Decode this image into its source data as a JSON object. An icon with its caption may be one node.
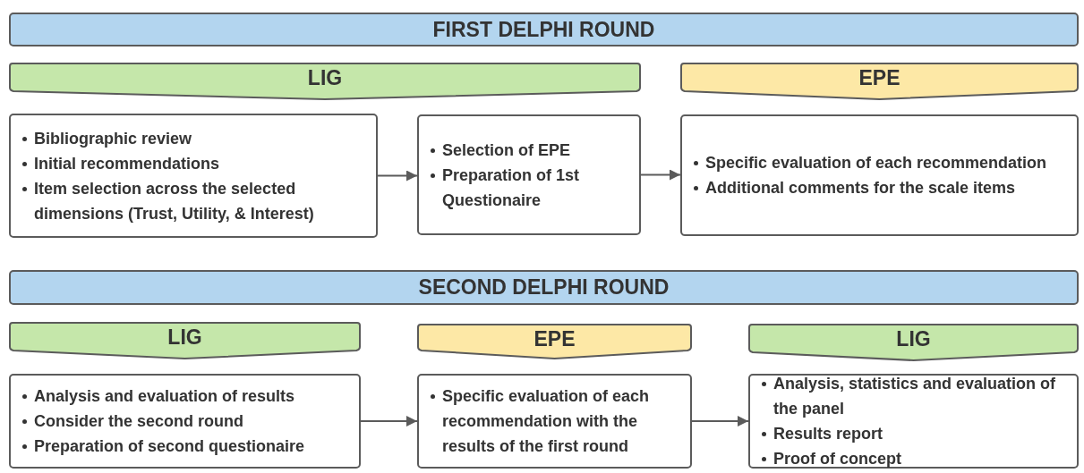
{
  "diagram": {
    "nodes": [
      {
        "text": [
          "FIRST DELPHI ROUND"
        ]
      },
      {
        "text": [
          "LIG"
        ]
      },
      {
        "text": [
          "EPE"
        ]
      },
      {
        "text": [
          "Bibliographic review",
          "Initial recommendations",
          "Item selection across the selected dimensions (Trust, Utility, & Interest)"
        ]
      },
      {
        "text": [
          "Selection of EPE",
          "Preparation of 1st Questionaire"
        ]
      },
      {
        "text": [
          "Specific evaluation of each recommendation",
          "Additional comments for the scale items"
        ]
      },
      {
        "text": [
          "SECOND DELPHI ROUND"
        ]
      },
      {
        "text": [
          "LIG"
        ]
      },
      {
        "text": [
          "EPE"
        ]
      },
      {
        "text": [
          "LIG"
        ]
      },
      {
        "text": [
          "Analysis and evaluation of results",
          "Consider the second round",
          "Preparation of second questionaire"
        ]
      },
      {
        "text": [
          "Specific evaluation of each recommendation with the results of the first round"
        ]
      },
      {
        "text": [
          "Analysis, statistics and evaluation of the panel",
          "Results report",
          "Proof of concept"
        ]
      }
    ],
    "edges": [
      {
        "from": 3,
        "to": 4,
        "arrow": "to"
      },
      {
        "from": 4,
        "to": 5,
        "arrow": "to"
      },
      {
        "from": 10,
        "to": 11,
        "arrow": "to"
      },
      {
        "from": 11,
        "to": 12,
        "arrow": "to"
      }
    ]
  }
}
